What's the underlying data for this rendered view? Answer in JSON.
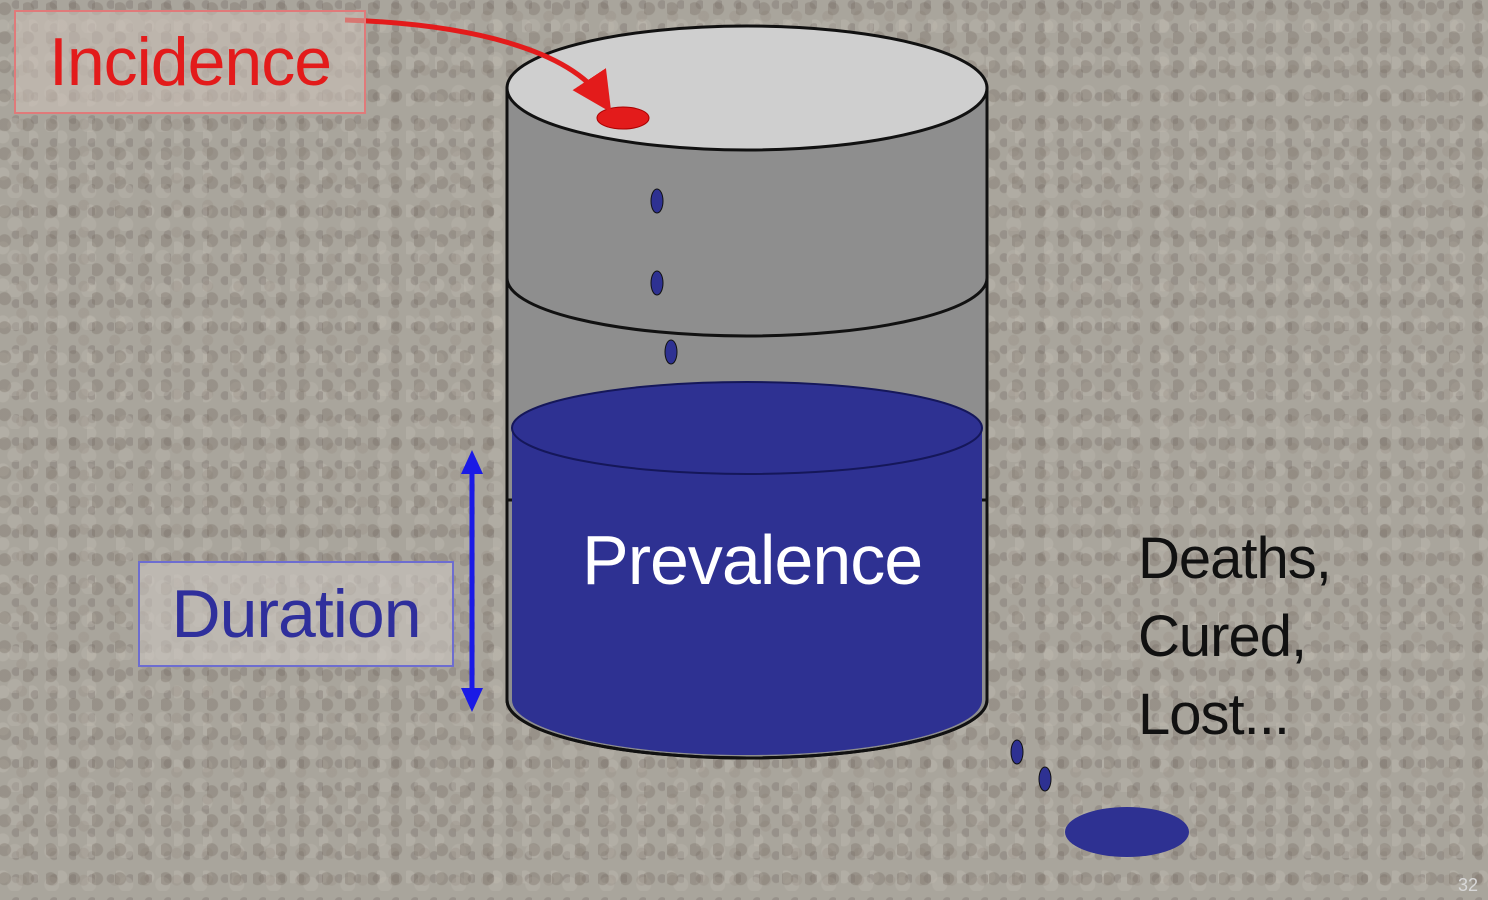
{
  "labels": {
    "incidence": "Incidence",
    "duration": "Duration",
    "prevalence": "Prevalence",
    "outcomes": [
      "Deaths,",
      "Cured,",
      "Lost..."
    ]
  },
  "slide_number": "32",
  "colors": {
    "incidence": "#e31b1b",
    "prevalence_fill": "#2e3192",
    "duration": "#2f2f9c",
    "tank_body": "#8c8c8c",
    "tank_top": "#cfcfcf",
    "arrow_blue": "#1a1ae6"
  }
}
